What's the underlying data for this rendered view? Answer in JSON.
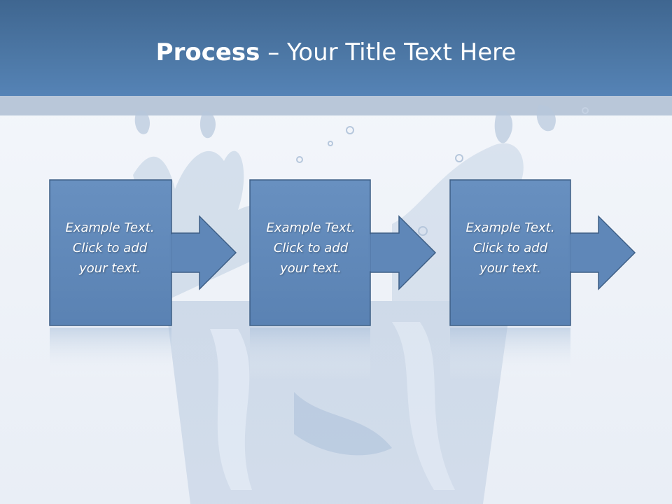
{
  "title": {
    "bold_part": "Process",
    "separator": " – ",
    "rest": "Your Title Text Here"
  },
  "steps": [
    {
      "text": "Example Text.\nClick  to add\nyour text."
    },
    {
      "text": "Example Text.\nClick  to add\nyour text."
    },
    {
      "text": "Example Text.\nClick  to add\nyour text."
    }
  ],
  "colors": {
    "header": "#4d78a6",
    "band": "#b9c7d9",
    "box_fill": "#5f87b8",
    "box_border": "#3e5f86"
  }
}
